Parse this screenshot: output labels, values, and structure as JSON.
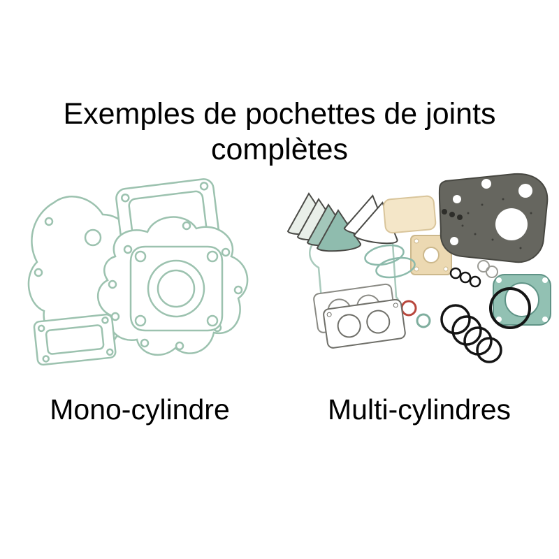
{
  "title": {
    "line1": "Exemples de pochettes de joints",
    "line2": "complètes"
  },
  "captions": {
    "left": "Mono-cylindre",
    "right": "Multi-cylindres"
  },
  "illustrations": {
    "left": "mono-cylinder-complete-gasket-set",
    "right": "multi-cylinder-complete-gasket-set"
  },
  "colors": {
    "background": "#ffffff",
    "text": "#000000",
    "gasket_green_outline": "#9cc2af",
    "gasket_teal_fill": "#92c1b3",
    "gasket_tan": "#ecd9b2",
    "gasket_cream": "#f4e6c8",
    "gasket_dark": "#66665f",
    "o_ring_black": "#141414",
    "o_ring_red": "#b8473c"
  }
}
